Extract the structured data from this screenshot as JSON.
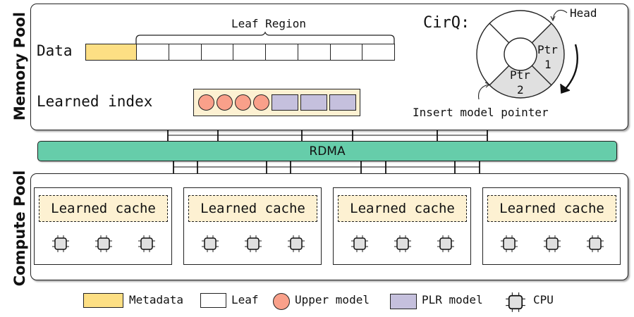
{
  "memory_pool": {
    "title": "Memory Pool",
    "data_label": "Data",
    "leaf_region_label": "Leaf Region",
    "leaf_cell_count": 8,
    "learned_index_label": "Learned index",
    "upper_model_count": 4,
    "plr_model_count": 3,
    "cirq": {
      "title": "CirQ:",
      "head_label": "Head",
      "slots": [
        {
          "label": "",
          "filled": false
        },
        {
          "label": "Ptr 1",
          "line1": "Ptr",
          "line2": "1",
          "filled": true
        },
        {
          "label": "Ptr 2",
          "line1": "Ptr",
          "line2": "2",
          "filled": true
        },
        {
          "label": "",
          "filled": false
        }
      ],
      "insert_label": "Insert model pointer"
    }
  },
  "interconnect": {
    "label": "RDMA"
  },
  "compute_pool": {
    "title": "Compute Pool",
    "nodes": [
      {
        "cache_label": "Learned cache",
        "cpu_count": 3
      },
      {
        "cache_label": "Learned cache",
        "cpu_count": 3
      },
      {
        "cache_label": "Learned cache",
        "cpu_count": 3
      },
      {
        "cache_label": "Learned cache",
        "cpu_count": 3
      }
    ]
  },
  "legend": [
    {
      "label": "Metadata",
      "icon": "metadata-swatch"
    },
    {
      "label": "Leaf",
      "icon": "leaf-swatch"
    },
    {
      "label": "Upper model",
      "icon": "upper-model-circle"
    },
    {
      "label": "PLR model",
      "icon": "plr-model-swatch"
    },
    {
      "label": "CPU",
      "icon": "cpu-icon"
    }
  ],
  "colors": {
    "metadata": "#fddf84",
    "leaf": "#ffffff",
    "upper_model": "#f9a08a",
    "plr_model": "#c5c0dd",
    "index_bg": "#fdf1d2",
    "rdma": "#66cdaa",
    "cirq_filled": "#e0e0e0",
    "cpu": "#e0e0e0"
  }
}
